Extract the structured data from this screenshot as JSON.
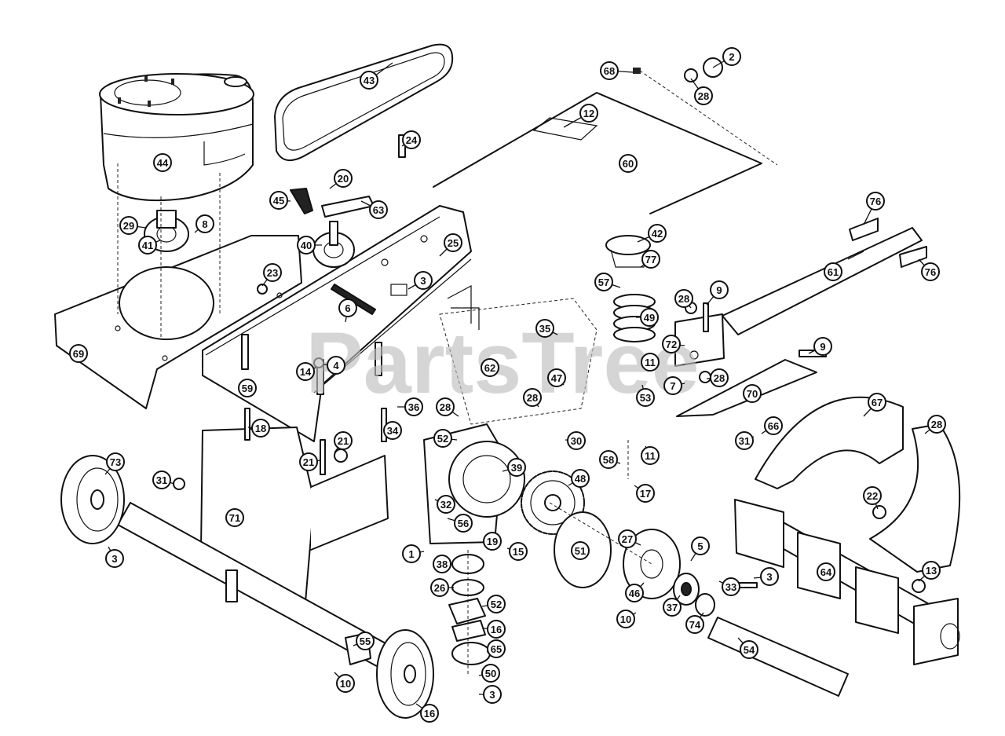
{
  "watermark": "PartsTree",
  "callouts": [
    "2",
    "28",
    "68",
    "43",
    "12",
    "24",
    "60",
    "44",
    "20",
    "45",
    "63",
    "76",
    "29",
    "8",
    "41",
    "42",
    "40",
    "25",
    "77",
    "61",
    "23",
    "3",
    "57",
    "76",
    "6",
    "28",
    "9",
    "49",
    "35",
    "72",
    "9",
    "69",
    "14",
    "4",
    "59",
    "62",
    "11",
    "28",
    "53",
    "7",
    "47",
    "28",
    "70",
    "36",
    "28",
    "21",
    "18",
    "34",
    "52",
    "30",
    "31",
    "66",
    "67",
    "28",
    "39",
    "21",
    "58",
    "11",
    "73",
    "31",
    "48",
    "17",
    "22",
    "32",
    "71",
    "56",
    "27",
    "5",
    "3",
    "19",
    "51",
    "1",
    "15",
    "38",
    "33",
    "3",
    "64",
    "13",
    "46",
    "37",
    "26",
    "52",
    "74",
    "10",
    "16",
    "54",
    "55",
    "65",
    "50",
    "10",
    "3",
    "16",
    "73"
  ]
}
